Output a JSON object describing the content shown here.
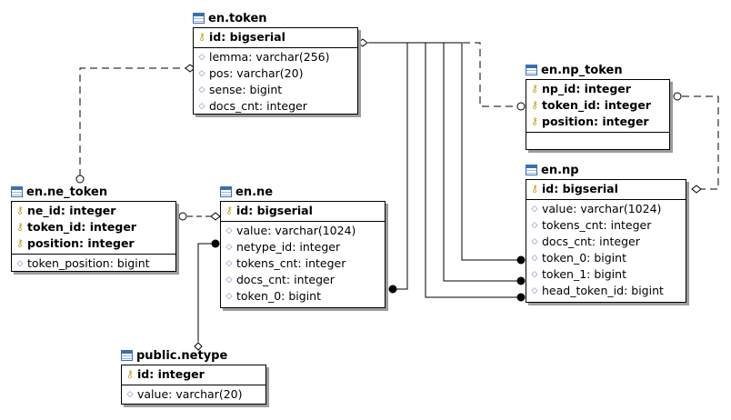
{
  "tables": {
    "token": {
      "name": "en.token",
      "pk": [
        {
          "text": "id: bigserial"
        }
      ],
      "cols": [
        {
          "text": "lemma: varchar(256)"
        },
        {
          "text": "pos: varchar(20)"
        },
        {
          "text": "sense: bigint"
        },
        {
          "text": "docs_cnt: integer"
        }
      ]
    },
    "np_token": {
      "name": "en.np_token",
      "pk": [
        {
          "text": "np_id: integer"
        },
        {
          "text": "token_id: integer"
        },
        {
          "text": "position: integer"
        }
      ],
      "cols": []
    },
    "ne_token": {
      "name": "en.ne_token",
      "pk": [
        {
          "text": "ne_id: integer"
        },
        {
          "text": "token_id: integer"
        },
        {
          "text": "position: integer"
        }
      ],
      "cols": [
        {
          "text": "token_position: bigint"
        }
      ]
    },
    "ne": {
      "name": "en.ne",
      "pk": [
        {
          "text": "id: bigserial"
        }
      ],
      "cols": [
        {
          "text": "value: varchar(1024)"
        },
        {
          "text": "netype_id: integer"
        },
        {
          "text": "tokens_cnt: integer"
        },
        {
          "text": "docs_cnt: integer"
        },
        {
          "text": "token_0: bigint"
        }
      ]
    },
    "np": {
      "name": "en.np",
      "pk": [
        {
          "text": "id: bigserial"
        }
      ],
      "cols": [
        {
          "text": "value: varchar(1024)"
        },
        {
          "text": "tokens_cnt: integer"
        },
        {
          "text": "docs_cnt: integer"
        },
        {
          "text": "token_0: bigint"
        },
        {
          "text": "token_1: bigint"
        },
        {
          "text": "head_token_id: bigint"
        }
      ]
    },
    "netype": {
      "name": "public.netype",
      "pk": [
        {
          "text": "id: integer"
        }
      ],
      "cols": [
        {
          "text": "value: varchar(20)"
        }
      ]
    }
  },
  "icons": {
    "table": "table-icon",
    "primary_key": "key-icon",
    "column": "diamond-icon"
  },
  "colors": {
    "line": "#000000",
    "shadow": "#9c9c9c",
    "key": "#c69b1e",
    "column_marker": "#5a7fb6"
  }
}
